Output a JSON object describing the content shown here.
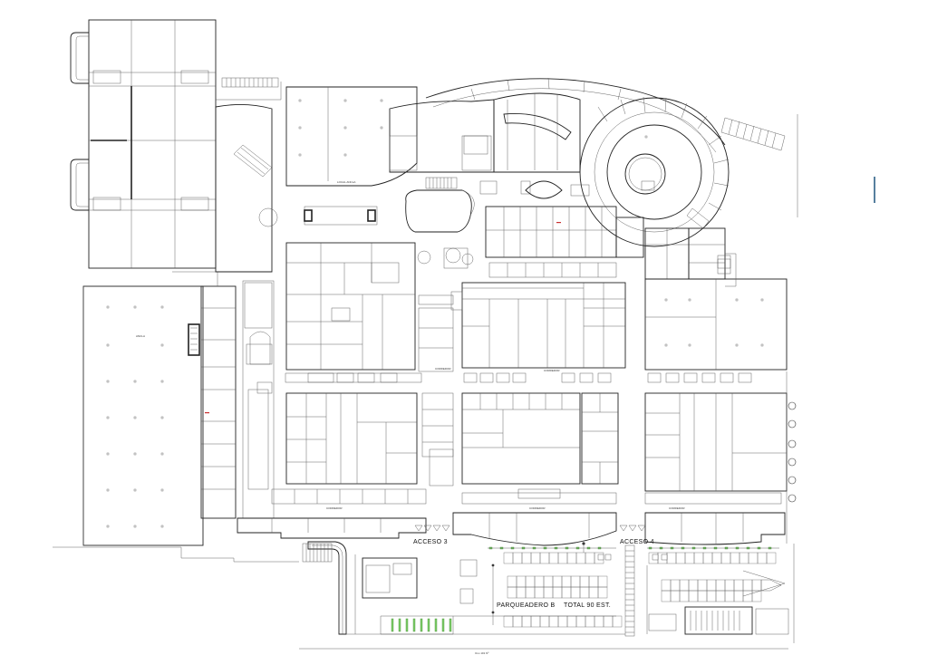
{
  "labels": {
    "acceso_3": "ACCESO 3",
    "acceso_4": "ACCESO 4",
    "parqueadero": "PARQUEADERO B",
    "total": "TOTAL 90 EST.",
    "corredor": "CORREDOR",
    "street": "CLL 101 Nº"
  },
  "colors": {
    "line": "#222222",
    "thin_line": "#555555",
    "green_parking": "#7fcf6b",
    "accent_marker": "#2b5f86",
    "red_note": "#c93030"
  },
  "parking": {
    "capacity_text": "TOTAL 90 EST."
  }
}
